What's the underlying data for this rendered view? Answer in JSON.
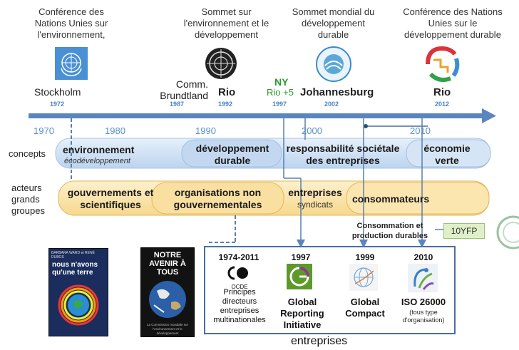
{
  "conferences": {
    "c1972": "Conférence des Nations Unies sur l'environnement,",
    "c1992": "Sommet sur l'environnement et le développement",
    "c2002": "Sommet mondial du développement durable",
    "c2012": "Conférence des Nations Unies sur le développement durable"
  },
  "places": {
    "stockholm": "Stockholm",
    "brundtland": "Comm. Brundtland",
    "rio": "Rio",
    "ny": "NY",
    "rio5": "Rio +5",
    "johannesburg": "Johannesburg",
    "rio2012": "Rio"
  },
  "years": {
    "y1972": "1972",
    "y1987": "1987",
    "y1992": "1992",
    "y1997": "1997",
    "y2002": "2002",
    "y2012": "2012"
  },
  "decades": [
    "1970",
    "1980",
    "1990",
    "2000",
    "2010"
  ],
  "rows": {
    "concepts": "concepts",
    "acteurs": "acteurs grands groupes"
  },
  "concepts": {
    "env": "environnement",
    "eco": "écodéveloppement",
    "devdur": "développement durable",
    "rse": "responsabilité sociétale des entreprises",
    "verte": "économie verte"
  },
  "acteurs": {
    "gouv": "gouvernements et scientifiques",
    "ong": "organisations non gouvernementales",
    "entreprises": "entreprises",
    "syndicats": "syndicats",
    "consommateurs": "consommateurs"
  },
  "conso": {
    "label": "Consommation et production durables",
    "badge": "10YFP"
  },
  "books": {
    "ward_authors": "BARBARA WARD et RENÉ DUBOS",
    "ward_title": "nous n'avons qu'une terre",
    "avenir_title": "NOTRE AVENIR À TOUS",
    "avenir_sub": "La Commission mondiale sur l'environnement et le développement"
  },
  "frameworks": {
    "ocde_years": "1974-2011",
    "ocde_logo": "OCDE",
    "ocde_text": "Principes directeurs entreprises multinationales",
    "gri_year": "1997",
    "gri_text": "Global Reporting Initiative",
    "gc_year": "1999",
    "gc_text": "Global Compact",
    "iso_year": "2010",
    "iso_text": "ISO 26000",
    "iso_sub": "(tous type d'organisation)"
  },
  "footer": "entreprises",
  "colors": {
    "blue": "#4a84c4",
    "blueband": "#cfe0f3",
    "orangeband": "#fbe2a8"
  }
}
